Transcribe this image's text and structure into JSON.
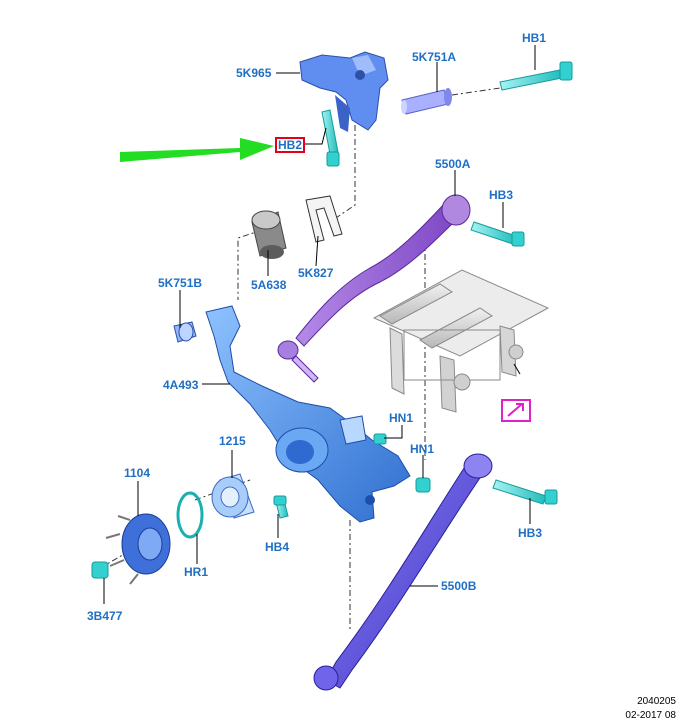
{
  "parts": {
    "p_5k965": "5K965",
    "p_5k751a": "5K751A",
    "p_hb1": "HB1",
    "p_hb2": "HB2",
    "p_5500a": "5500A",
    "p_hb3_top": "HB3",
    "p_5a638": "5A638",
    "p_5k827": "5K827",
    "p_5k751b": "5K751B",
    "p_4a493": "4A493",
    "p_hn1_top": "HN1",
    "p_1215": "1215",
    "p_hn1_low": "HN1",
    "p_1104": "1104",
    "p_hb4": "HB4",
    "p_hr1": "HR1",
    "p_hb3_low": "HB3",
    "p_3b477": "3B477",
    "p_5500b": "5500B"
  },
  "footer": {
    "drawing_number": "2040205",
    "date_code": "02-2017 08"
  },
  "colors": {
    "label_blue": "#1f6fc4",
    "highlight_box": "#e3001b",
    "pointer_arrow": "#22dd22",
    "knuckle_blue": "#4a90e2",
    "link_purple": "#8a4fc9",
    "lower_link": "#5b4fe0",
    "fastener_cyan": "#3fd6d6",
    "subframe_grey": "#d8d8d8",
    "reference_magenta": "#e020c8"
  }
}
